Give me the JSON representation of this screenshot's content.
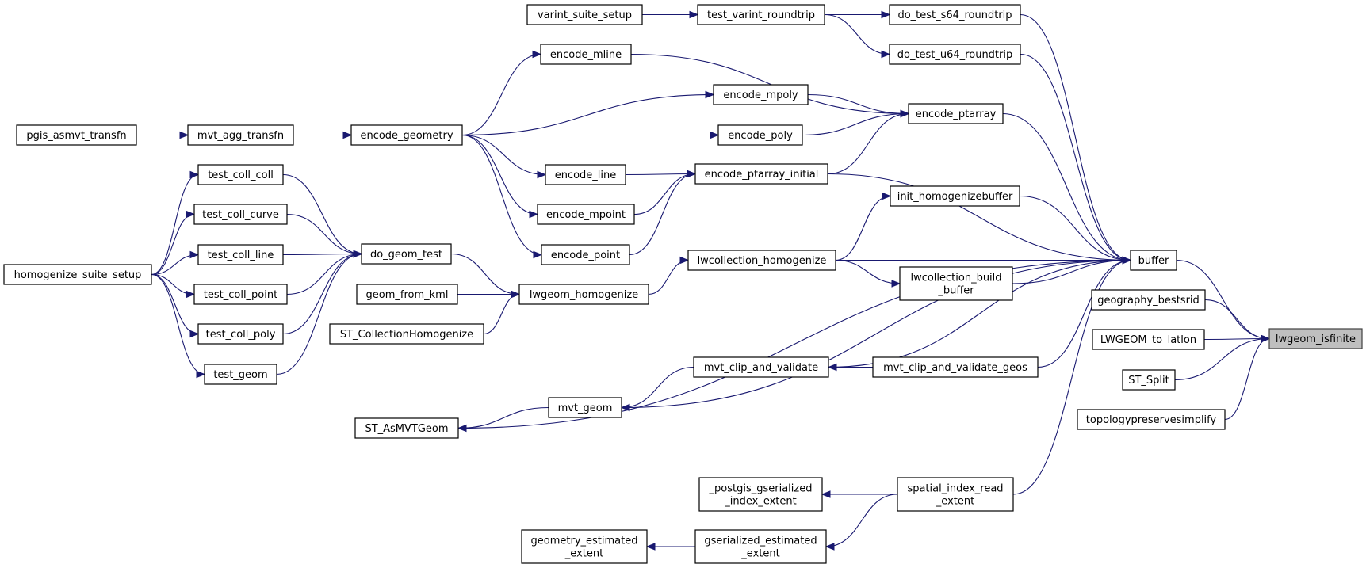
{
  "diagram": {
    "nodes": [
      {
        "id": "lwgeom_isfinite",
        "lines": [
          "lwgeom_isfinite"
        ],
        "root": true
      },
      {
        "id": "buffer",
        "lines": [
          "buffer"
        ]
      },
      {
        "id": "geography_bestsrid",
        "lines": [
          "geography_bestsrid"
        ]
      },
      {
        "id": "LWGEOM_to_latlon",
        "lines": [
          "LWGEOM_to_latlon"
        ]
      },
      {
        "id": "ST_Split",
        "lines": [
          "ST_Split"
        ]
      },
      {
        "id": "topologypreservesimplify",
        "lines": [
          "topologypreservesimplify"
        ]
      },
      {
        "id": "do_test_s64_roundtrip",
        "lines": [
          "do_test_s64_roundtrip"
        ]
      },
      {
        "id": "do_test_u64_roundtrip",
        "lines": [
          "do_test_u64_roundtrip"
        ]
      },
      {
        "id": "encode_ptarray",
        "lines": [
          "encode_ptarray"
        ]
      },
      {
        "id": "encode_ptarray_initial",
        "lines": [
          "encode_ptarray_initial"
        ]
      },
      {
        "id": "init_homogenizebuffer",
        "lines": [
          "init_homogenizebuffer"
        ]
      },
      {
        "id": "lwcollection_homogenize",
        "lines": [
          "lwcollection_homogenize"
        ]
      },
      {
        "id": "lwcollection_build_buffer",
        "lines": [
          "lwcollection_build",
          "_buffer"
        ]
      },
      {
        "id": "mvt_clip_and_validate",
        "lines": [
          "mvt_clip_and_validate"
        ]
      },
      {
        "id": "mvt_clip_and_validate_geos",
        "lines": [
          "mvt_clip_and_validate_geos"
        ]
      },
      {
        "id": "mvt_geom",
        "lines": [
          "mvt_geom"
        ]
      },
      {
        "id": "ST_AsMVTGeom",
        "lines": [
          "ST_AsMVTGeom"
        ]
      },
      {
        "id": "spatial_index_read_extent",
        "lines": [
          "spatial_index_read",
          "_extent"
        ]
      },
      {
        "id": "_postgis_gserialized_index_extent",
        "lines": [
          "_postgis_gserialized",
          "_index_extent"
        ]
      },
      {
        "id": "gserialized_estimated_extent",
        "lines": [
          "gserialized_estimated",
          "_extent"
        ]
      },
      {
        "id": "geometry_estimated_extent",
        "lines": [
          "geometry_estimated",
          "_extent"
        ]
      },
      {
        "id": "varint_suite_setup",
        "lines": [
          "varint_suite_setup"
        ]
      },
      {
        "id": "test_varint_roundtrip",
        "lines": [
          "test_varint_roundtrip"
        ]
      },
      {
        "id": "encode_mline",
        "lines": [
          "encode_mline"
        ]
      },
      {
        "id": "encode_mpoly",
        "lines": [
          "encode_mpoly"
        ]
      },
      {
        "id": "encode_poly",
        "lines": [
          "encode_poly"
        ]
      },
      {
        "id": "encode_line",
        "lines": [
          "encode_line"
        ]
      },
      {
        "id": "encode_mpoint",
        "lines": [
          "encode_mpoint"
        ]
      },
      {
        "id": "encode_point",
        "lines": [
          "encode_point"
        ]
      },
      {
        "id": "encode_geometry",
        "lines": [
          "encode_geometry"
        ]
      },
      {
        "id": "mvt_agg_transfn",
        "lines": [
          "mvt_agg_transfn"
        ]
      },
      {
        "id": "pgis_asmvt_transfn",
        "lines": [
          "pgis_asmvt_transfn"
        ]
      },
      {
        "id": "lwgeom_homogenize",
        "lines": [
          "lwgeom_homogenize"
        ]
      },
      {
        "id": "geom_from_kml",
        "lines": [
          "geom_from_kml"
        ]
      },
      {
        "id": "ST_CollectionHomogenize",
        "lines": [
          "ST_CollectionHomogenize"
        ]
      },
      {
        "id": "do_geom_test",
        "lines": [
          "do_geom_test"
        ]
      },
      {
        "id": "test_coll_coll",
        "lines": [
          "test_coll_coll"
        ]
      },
      {
        "id": "test_coll_curve",
        "lines": [
          "test_coll_curve"
        ]
      },
      {
        "id": "test_coll_line",
        "lines": [
          "test_coll_line"
        ]
      },
      {
        "id": "test_coll_point",
        "lines": [
          "test_coll_point"
        ]
      },
      {
        "id": "test_coll_poly",
        "lines": [
          "test_coll_poly"
        ]
      },
      {
        "id": "test_geom",
        "lines": [
          "test_geom"
        ]
      },
      {
        "id": "homogenize_suite_setup",
        "lines": [
          "homogenize_suite_setup"
        ]
      }
    ],
    "edges": [
      [
        "buffer",
        "lwgeom_isfinite"
      ],
      [
        "geography_bestsrid",
        "lwgeom_isfinite"
      ],
      [
        "LWGEOM_to_latlon",
        "lwgeom_isfinite"
      ],
      [
        "ST_Split",
        "lwgeom_isfinite"
      ],
      [
        "topologypreservesimplify",
        "lwgeom_isfinite"
      ],
      [
        "do_test_s64_roundtrip",
        "buffer"
      ],
      [
        "do_test_u64_roundtrip",
        "buffer"
      ],
      [
        "encode_ptarray",
        "buffer"
      ],
      [
        "encode_ptarray_initial",
        "buffer"
      ],
      [
        "init_homogenizebuffer",
        "buffer"
      ],
      [
        "lwcollection_homogenize",
        "buffer"
      ],
      [
        "lwcollection_build_buffer",
        "buffer"
      ],
      [
        "mvt_clip_and_validate",
        "buffer"
      ],
      [
        "mvt_clip_and_validate_geos",
        "buffer"
      ],
      [
        "mvt_geom",
        "buffer"
      ],
      [
        "ST_AsMVTGeom",
        "buffer"
      ],
      [
        "spatial_index_read_extent",
        "buffer"
      ],
      [
        "test_varint_roundtrip",
        "do_test_s64_roundtrip"
      ],
      [
        "test_varint_roundtrip",
        "do_test_u64_roundtrip"
      ],
      [
        "varint_suite_setup",
        "test_varint_roundtrip"
      ],
      [
        "encode_mline",
        "encode_ptarray"
      ],
      [
        "encode_mpoly",
        "encode_ptarray"
      ],
      [
        "encode_poly",
        "encode_ptarray"
      ],
      [
        "encode_ptarray_initial",
        "encode_ptarray"
      ],
      [
        "encode_line",
        "encode_ptarray_initial"
      ],
      [
        "encode_mpoint",
        "encode_ptarray_initial"
      ],
      [
        "encode_point",
        "encode_ptarray_initial"
      ],
      [
        "encode_geometry",
        "encode_mline"
      ],
      [
        "encode_geometry",
        "encode_mpoly"
      ],
      [
        "encode_geometry",
        "encode_poly"
      ],
      [
        "encode_geometry",
        "encode_line"
      ],
      [
        "encode_geometry",
        "encode_mpoint"
      ],
      [
        "encode_geometry",
        "encode_point"
      ],
      [
        "mvt_agg_transfn",
        "encode_geometry"
      ],
      [
        "pgis_asmvt_transfn",
        "mvt_agg_transfn"
      ],
      [
        "lwcollection_homogenize",
        "init_homogenizebuffer"
      ],
      [
        "lwcollection_homogenize",
        "lwcollection_build_buffer"
      ],
      [
        "lwgeom_homogenize",
        "lwcollection_homogenize"
      ],
      [
        "do_geom_test",
        "lwgeom_homogenize"
      ],
      [
        "geom_from_kml",
        "lwgeom_homogenize"
      ],
      [
        "ST_CollectionHomogenize",
        "lwgeom_homogenize"
      ],
      [
        "test_coll_coll",
        "do_geom_test"
      ],
      [
        "test_coll_curve",
        "do_geom_test"
      ],
      [
        "test_coll_line",
        "do_geom_test"
      ],
      [
        "test_coll_point",
        "do_geom_test"
      ],
      [
        "test_coll_poly",
        "do_geom_test"
      ],
      [
        "test_geom",
        "do_geom_test"
      ],
      [
        "homogenize_suite_setup",
        "test_coll_coll"
      ],
      [
        "homogenize_suite_setup",
        "test_coll_curve"
      ],
      [
        "homogenize_suite_setup",
        "test_coll_line"
      ],
      [
        "homogenize_suite_setup",
        "test_coll_point"
      ],
      [
        "homogenize_suite_setup",
        "test_coll_poly"
      ],
      [
        "homogenize_suite_setup",
        "test_geom"
      ],
      [
        "mvt_clip_and_validate_geos",
        "mvt_clip_and_validate"
      ],
      [
        "mvt_clip_and_validate",
        "mvt_geom"
      ],
      [
        "mvt_geom",
        "ST_AsMVTGeom"
      ],
      [
        "spatial_index_read_extent",
        "_postgis_gserialized_index_extent"
      ],
      [
        "spatial_index_read_extent",
        "gserialized_estimated_extent"
      ],
      [
        "gserialized_estimated_extent",
        "geometry_estimated_extent"
      ]
    ]
  }
}
